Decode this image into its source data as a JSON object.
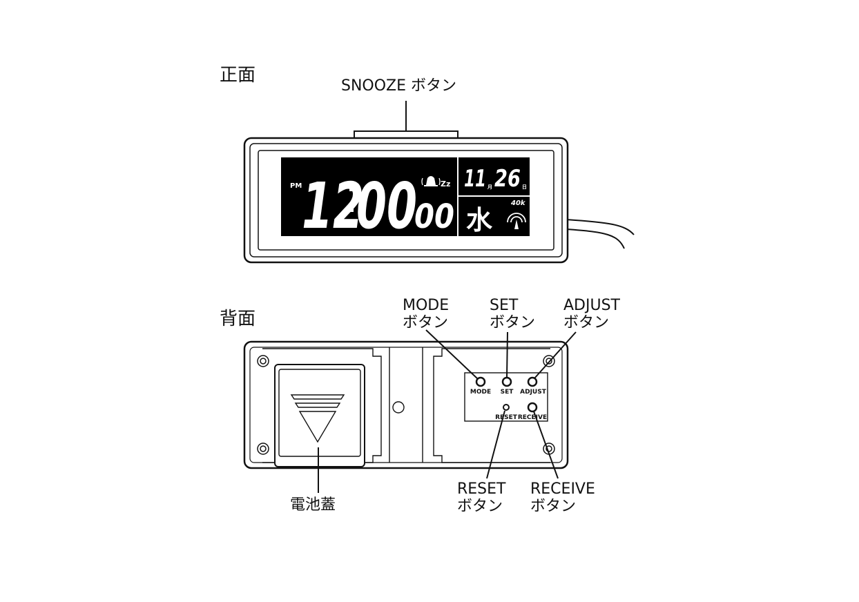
{
  "views": {
    "front": "正面",
    "back": "背面"
  },
  "callouts": {
    "snooze": "SNOOZE ボタン",
    "mode": [
      "MODE",
      "ボタン"
    ],
    "set": [
      "SET",
      "ボタン"
    ],
    "adjust": [
      "ADJUST",
      "ボタン"
    ],
    "reset": [
      "RESET",
      "ボタン"
    ],
    "receive": [
      "RECEIVE",
      "ボタン"
    ],
    "battery_cover": "電池蓋"
  },
  "display": {
    "ampm": "PM",
    "hours": "12",
    "minutes": "00",
    "seconds": "00",
    "alarm_icon": "alarm-bell-icon",
    "snooze_mark": "Zz",
    "month": "11",
    "month_unit": "月",
    "day": "26",
    "day_unit": "日",
    "weekday": "水",
    "signal_freq": "40k",
    "signal_icon": "radio-antenna-icon",
    "colors": {
      "lcd_background": "#000000",
      "lcd_segments": "#ffffff"
    }
  },
  "back_panel": {
    "mode": "MODE",
    "set": "SET",
    "adjust": "ADJUST",
    "reset": "RESET",
    "receive": "RECEIVE"
  }
}
